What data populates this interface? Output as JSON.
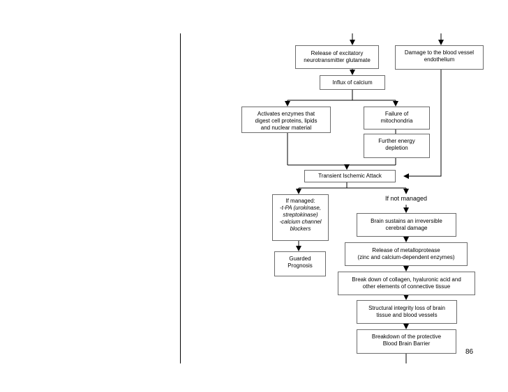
{
  "boxes": {
    "release_glutamate": "Release of excitatory\nneurotransmitter glutamate",
    "damage_vessel": "Damage to the blood vessel\nendothelium",
    "influx_calcium": "Influx of calcium",
    "activates_enzymes": "Activates enzymes that\ndigest cell proteins, lipids\nand nuclear material",
    "failure_mito": "Failure of\nmitochondria",
    "further_energy": "Further energy\ndepletion",
    "tia": "Transient Ischemic Attack",
    "managed_heading": "If managed:",
    "managed_treatments": "-t-PA (urokinase,\nstreptokinase)\n-calcium channel\nblockers",
    "guarded": "Guarded\nPrognosis",
    "not_managed": "If not managed",
    "irreversible": "Brain sustains an irreversible\ncerebral damage",
    "metalloprotease": "Release of metalloprotease\n(zinc and calcium-dependent enzymes)",
    "breakdown_collagen": "Break down of collagen, hyaluronic acid and\nother elements of connective tissue",
    "structural_loss": "Structural integrity loss of brain\ntissue and blood vessels",
    "bbb": "Breakdown of the protective\nBlood Brain Barrier"
  },
  "page_number": "86"
}
